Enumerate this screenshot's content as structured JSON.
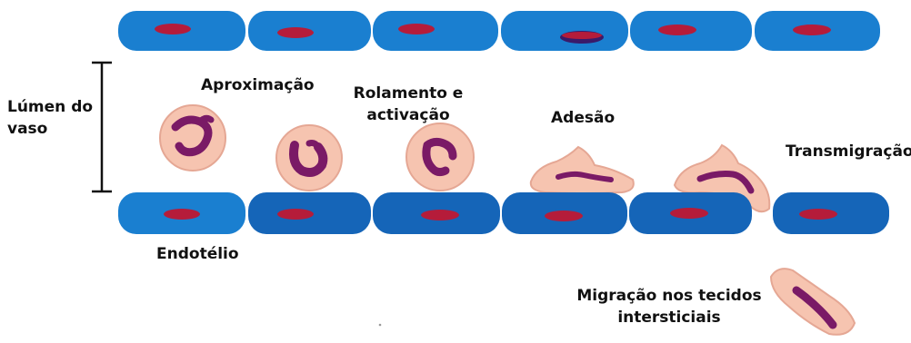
{
  "colors": {
    "endothelial_cell": "#1a7fd0",
    "endothelial_cell_dark": "#1565b8",
    "nucleus": "#b51c3a",
    "leukocyte_cytoplasm": "#f6c4b0",
    "leukocyte_nucleus": "#7a1a66"
  },
  "labels": {
    "lumen_line1": "Lúmen do",
    "lumen_line2": "vaso",
    "approach": "Aproximação",
    "rolling_line1": "Rolamento e",
    "rolling_line2": "activação",
    "adhesion": "Adesão",
    "transmigration": "Transmigração",
    "endothelium": "Endotélio",
    "tissue_migration_line1": "Migração nos tecidos",
    "tissue_migration_line2": "intersticiais"
  }
}
